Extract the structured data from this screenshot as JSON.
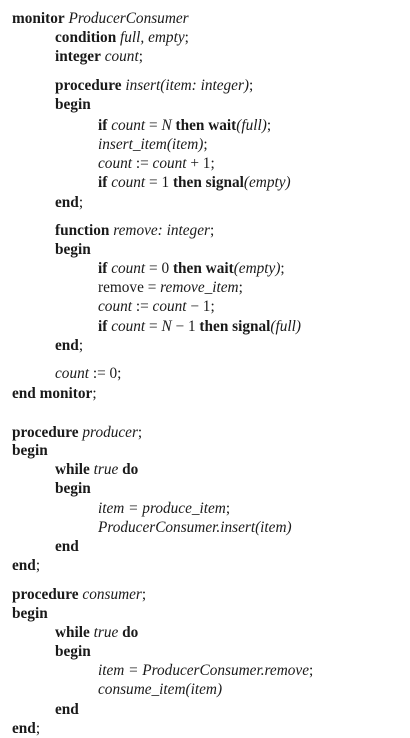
{
  "lines": [
    {
      "segs": [
        {
          "t": "monitor",
          "s": "k"
        },
        {
          "t": " "
        },
        {
          "t": "ProducerConsumer",
          "s": "i"
        }
      ]
    },
    {
      "segs": [
        {
          "t": "condition",
          "s": "k"
        },
        {
          "t": " "
        },
        {
          "t": "full, empty",
          "s": "i"
        },
        {
          "t": ";"
        }
      ]
    },
    {
      "segs": [
        {
          "t": "integer",
          "s": "k"
        },
        {
          "t": " "
        },
        {
          "t": "count",
          "s": "i"
        },
        {
          "t": ";"
        }
      ]
    },
    {
      "segs": [
        {
          "t": "procedure",
          "s": "k"
        },
        {
          "t": " "
        },
        {
          "t": "insert(item: integer)",
          "s": "i"
        },
        {
          "t": ";"
        }
      ]
    },
    {
      "segs": [
        {
          "t": "begin",
          "s": "k"
        }
      ]
    },
    {
      "segs": [
        {
          "t": "if",
          "s": "k"
        },
        {
          "t": " "
        },
        {
          "t": "count",
          "s": "i"
        },
        {
          "t": " = "
        },
        {
          "t": "N",
          "s": "i"
        },
        {
          "t": " "
        },
        {
          "t": "then wait",
          "s": "k"
        },
        {
          "t": "(full)",
          "s": "i"
        },
        {
          "t": ";"
        }
      ]
    },
    {
      "segs": [
        {
          "t": "insert_item(item)",
          "s": "i"
        },
        {
          "t": ";"
        }
      ]
    },
    {
      "segs": [
        {
          "t": "count",
          "s": "i"
        },
        {
          "t": " := "
        },
        {
          "t": "count",
          "s": "i"
        },
        {
          "t": " + 1;"
        }
      ]
    },
    {
      "segs": [
        {
          "t": "if",
          "s": "k"
        },
        {
          "t": " "
        },
        {
          "t": "count",
          "s": "i"
        },
        {
          "t": " = 1 "
        },
        {
          "t": "then signal",
          "s": "k"
        },
        {
          "t": "(empty)",
          "s": "i"
        }
      ]
    },
    {
      "segs": [
        {
          "t": "end",
          "s": "k"
        },
        {
          "t": ";"
        }
      ]
    },
    {
      "segs": [
        {
          "t": "function",
          "s": "k"
        },
        {
          "t": " "
        },
        {
          "t": "remove: integer",
          "s": "i"
        },
        {
          "t": ";"
        }
      ]
    },
    {
      "segs": [
        {
          "t": "begin",
          "s": "k"
        }
      ]
    },
    {
      "segs": [
        {
          "t": "if",
          "s": "k"
        },
        {
          "t": " "
        },
        {
          "t": "count",
          "s": "i"
        },
        {
          "t": " = 0 "
        },
        {
          "t": "then wait",
          "s": "k"
        },
        {
          "t": "(empty)",
          "s": "i"
        },
        {
          "t": ";"
        }
      ]
    },
    {
      "segs": [
        {
          "t": "remove = "
        },
        {
          "t": "remove_item",
          "s": "i"
        },
        {
          "t": ";"
        }
      ]
    },
    {
      "segs": [
        {
          "t": "count",
          "s": "i"
        },
        {
          "t": " := "
        },
        {
          "t": "count",
          "s": "i"
        },
        {
          "t": " − 1;"
        }
      ]
    },
    {
      "segs": [
        {
          "t": "if",
          "s": "k"
        },
        {
          "t": " "
        },
        {
          "t": "count",
          "s": "i"
        },
        {
          "t": " = "
        },
        {
          "t": "N",
          "s": "i"
        },
        {
          "t": " − 1 "
        },
        {
          "t": "then signal",
          "s": "k"
        },
        {
          "t": "(full)",
          "s": "i"
        }
      ]
    },
    {
      "segs": [
        {
          "t": "end",
          "s": "k"
        },
        {
          "t": ";"
        }
      ]
    },
    {
      "segs": [
        {
          "t": "count",
          "s": "i"
        },
        {
          "t": " := 0;"
        }
      ]
    },
    {
      "segs": [
        {
          "t": "end monitor",
          "s": "k"
        },
        {
          "t": ";"
        }
      ]
    },
    {
      "segs": [
        {
          "t": "procedure",
          "s": "k"
        },
        {
          "t": " "
        },
        {
          "t": "producer",
          "s": "i"
        },
        {
          "t": ";"
        }
      ]
    },
    {
      "segs": [
        {
          "t": "begin",
          "s": "k"
        }
      ]
    },
    {
      "segs": [
        {
          "t": "while",
          "s": "k"
        },
        {
          "t": " "
        },
        {
          "t": "true",
          "s": "i"
        },
        {
          "t": " "
        },
        {
          "t": "do",
          "s": "k"
        }
      ]
    },
    {
      "segs": [
        {
          "t": "begin",
          "s": "k"
        }
      ]
    },
    {
      "segs": [
        {
          "t": "item = produce_item",
          "s": "i"
        },
        {
          "t": ";"
        }
      ]
    },
    {
      "segs": [
        {
          "t": "ProducerConsumer.insert(item)",
          "s": "i"
        }
      ]
    },
    {
      "segs": [
        {
          "t": "end",
          "s": "k"
        }
      ]
    },
    {
      "segs": [
        {
          "t": "end",
          "s": "k"
        },
        {
          "t": ";"
        }
      ]
    },
    {
      "segs": [
        {
          "t": "procedure",
          "s": "k"
        },
        {
          "t": " "
        },
        {
          "t": "consumer",
          "s": "i"
        },
        {
          "t": ";"
        }
      ]
    },
    {
      "segs": [
        {
          "t": "begin",
          "s": "k"
        }
      ]
    },
    {
      "segs": [
        {
          "t": "while",
          "s": "k"
        },
        {
          "t": " "
        },
        {
          "t": "true",
          "s": "i"
        },
        {
          "t": " "
        },
        {
          "t": "do",
          "s": "k"
        }
      ]
    },
    {
      "segs": [
        {
          "t": "begin",
          "s": "k"
        }
      ]
    },
    {
      "segs": [
        {
          "t": "item = ProducerConsumer.remove",
          "s": "i"
        },
        {
          "t": ";"
        }
      ]
    },
    {
      "segs": [
        {
          "t": "consume_item(item)",
          "s": "i"
        }
      ]
    },
    {
      "segs": [
        {
          "t": "end",
          "s": "k"
        }
      ]
    },
    {
      "segs": [
        {
          "t": "end",
          "s": "k"
        },
        {
          "t": ";"
        }
      ]
    }
  ]
}
